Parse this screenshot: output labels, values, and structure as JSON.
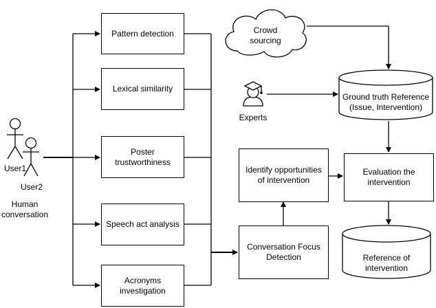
{
  "diagram": {
    "features": {
      "pattern": "Pattern detection",
      "lexical": "Lexical similarity",
      "poster": "Poster\ntrustworthiness",
      "speech": "Speech act analysis",
      "acronyms": "Acronyms\ninvestigation"
    },
    "actors": {
      "user1": "User1",
      "user2": "User2",
      "human": "Human\nconversation",
      "experts": "Experts"
    },
    "crowd": "Crowd\nsourcing",
    "ground_truth": "Ground truth Reference\n(Issue, Intervention)",
    "evaluation": "Evaluation the\nintervention",
    "reference": "Reference of\nintervention",
    "identify": "Identify  opportunities\nof intervention",
    "focus": "Conversation Focus\nDetection"
  }
}
